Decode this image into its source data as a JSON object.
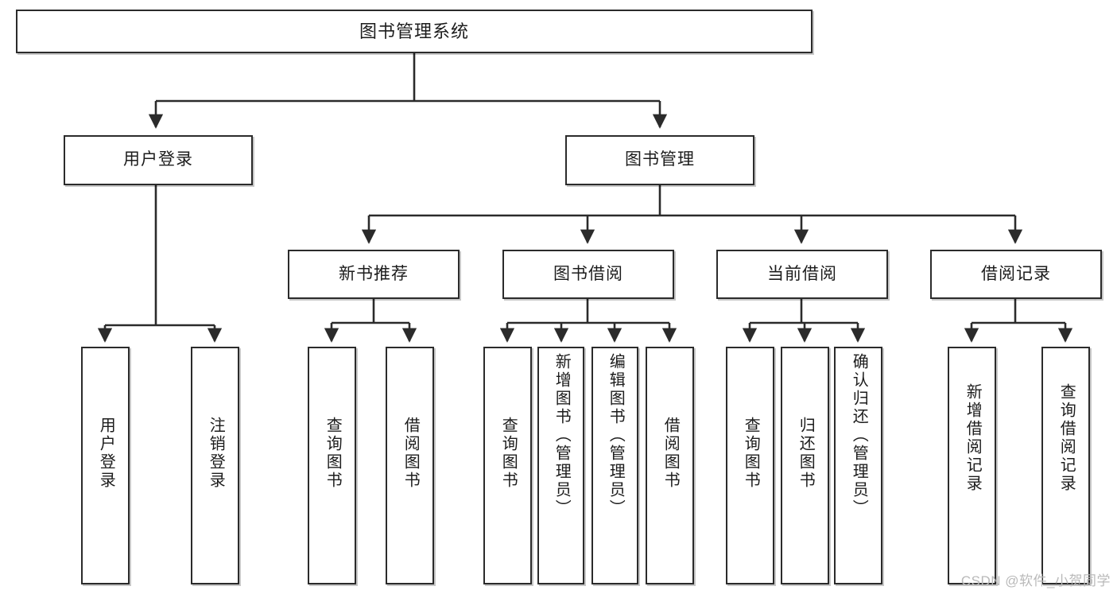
{
  "diagram": {
    "title": "图书管理系统",
    "type": "tree-hierarchy-diagram",
    "background_color": "#ffffff",
    "line_color": "#2b2b2b",
    "box_border_color": "#2b2b2b",
    "box_fill_color": "#ffffff",
    "text_color": "#1c1c1c"
  },
  "nodes": {
    "root": {
      "label": "图书管理系统"
    },
    "level2": [
      {
        "label": "用户登录"
      },
      {
        "label": "图书管理"
      }
    ],
    "level3": [
      {
        "label": "新书推荐"
      },
      {
        "label": "图书借阅"
      },
      {
        "label": "当前借阅"
      },
      {
        "label": "借阅记录"
      }
    ],
    "leaves": {
      "user_login": [
        {
          "label": "用户登录"
        },
        {
          "label": "注销登录"
        }
      ],
      "new_book_recommend": [
        {
          "label": "查询图书"
        },
        {
          "label": "借阅图书"
        }
      ],
      "book_borrow": [
        {
          "label": "查询图书"
        },
        {
          "label": "新增图书（管理员）"
        },
        {
          "label": "编辑图书（管理员）"
        },
        {
          "label": "借阅图书"
        }
      ],
      "current_borrow": [
        {
          "label": "查询图书"
        },
        {
          "label": "归还图书"
        },
        {
          "label": "确认归还（管理员）"
        }
      ],
      "borrow_record": [
        {
          "label": "新增借阅记录"
        },
        {
          "label": "查询借阅记录"
        }
      ]
    }
  },
  "watermark": {
    "text": "CSDN @软件_小贺同学"
  }
}
